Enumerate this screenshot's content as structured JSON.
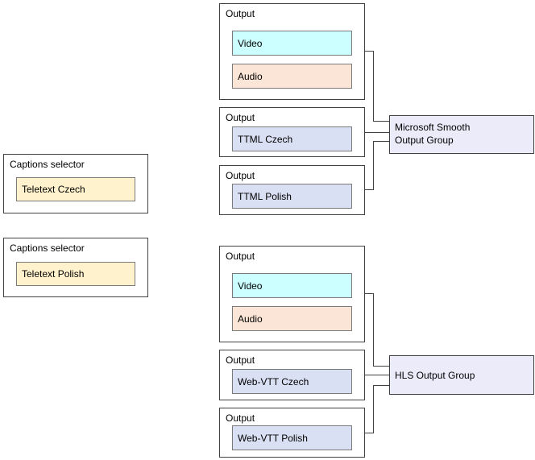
{
  "captions_selectors": [
    {
      "label": "Captions selector",
      "track": "Teletext Czech"
    },
    {
      "label": "Captions selector",
      "track": "Teletext Polish"
    }
  ],
  "smooth_group": {
    "name": "Microsoft Smooth Output Group",
    "outputs": [
      {
        "label": "Output",
        "tracks": [
          "Video",
          "Audio"
        ]
      },
      {
        "label": "Output",
        "tracks": [
          "TTML Czech"
        ]
      },
      {
        "label": "Output",
        "tracks": [
          "TTML Polish"
        ]
      }
    ]
  },
  "hls_group": {
    "name": "HLS Output Group",
    "outputs": [
      {
        "label": "Output",
        "tracks": [
          "Video",
          "Audio"
        ]
      },
      {
        "label": "Output",
        "tracks": [
          "Web-VTT Czech"
        ]
      },
      {
        "label": "Output",
        "tracks": [
          "Web-VTT Polish"
        ]
      }
    ]
  },
  "colors": {
    "video": "#ccffff",
    "audio": "#fbe5d6",
    "caption_track": "#dae0f3",
    "teletext": "#fff2cc",
    "output_group": "#ebebfa"
  }
}
